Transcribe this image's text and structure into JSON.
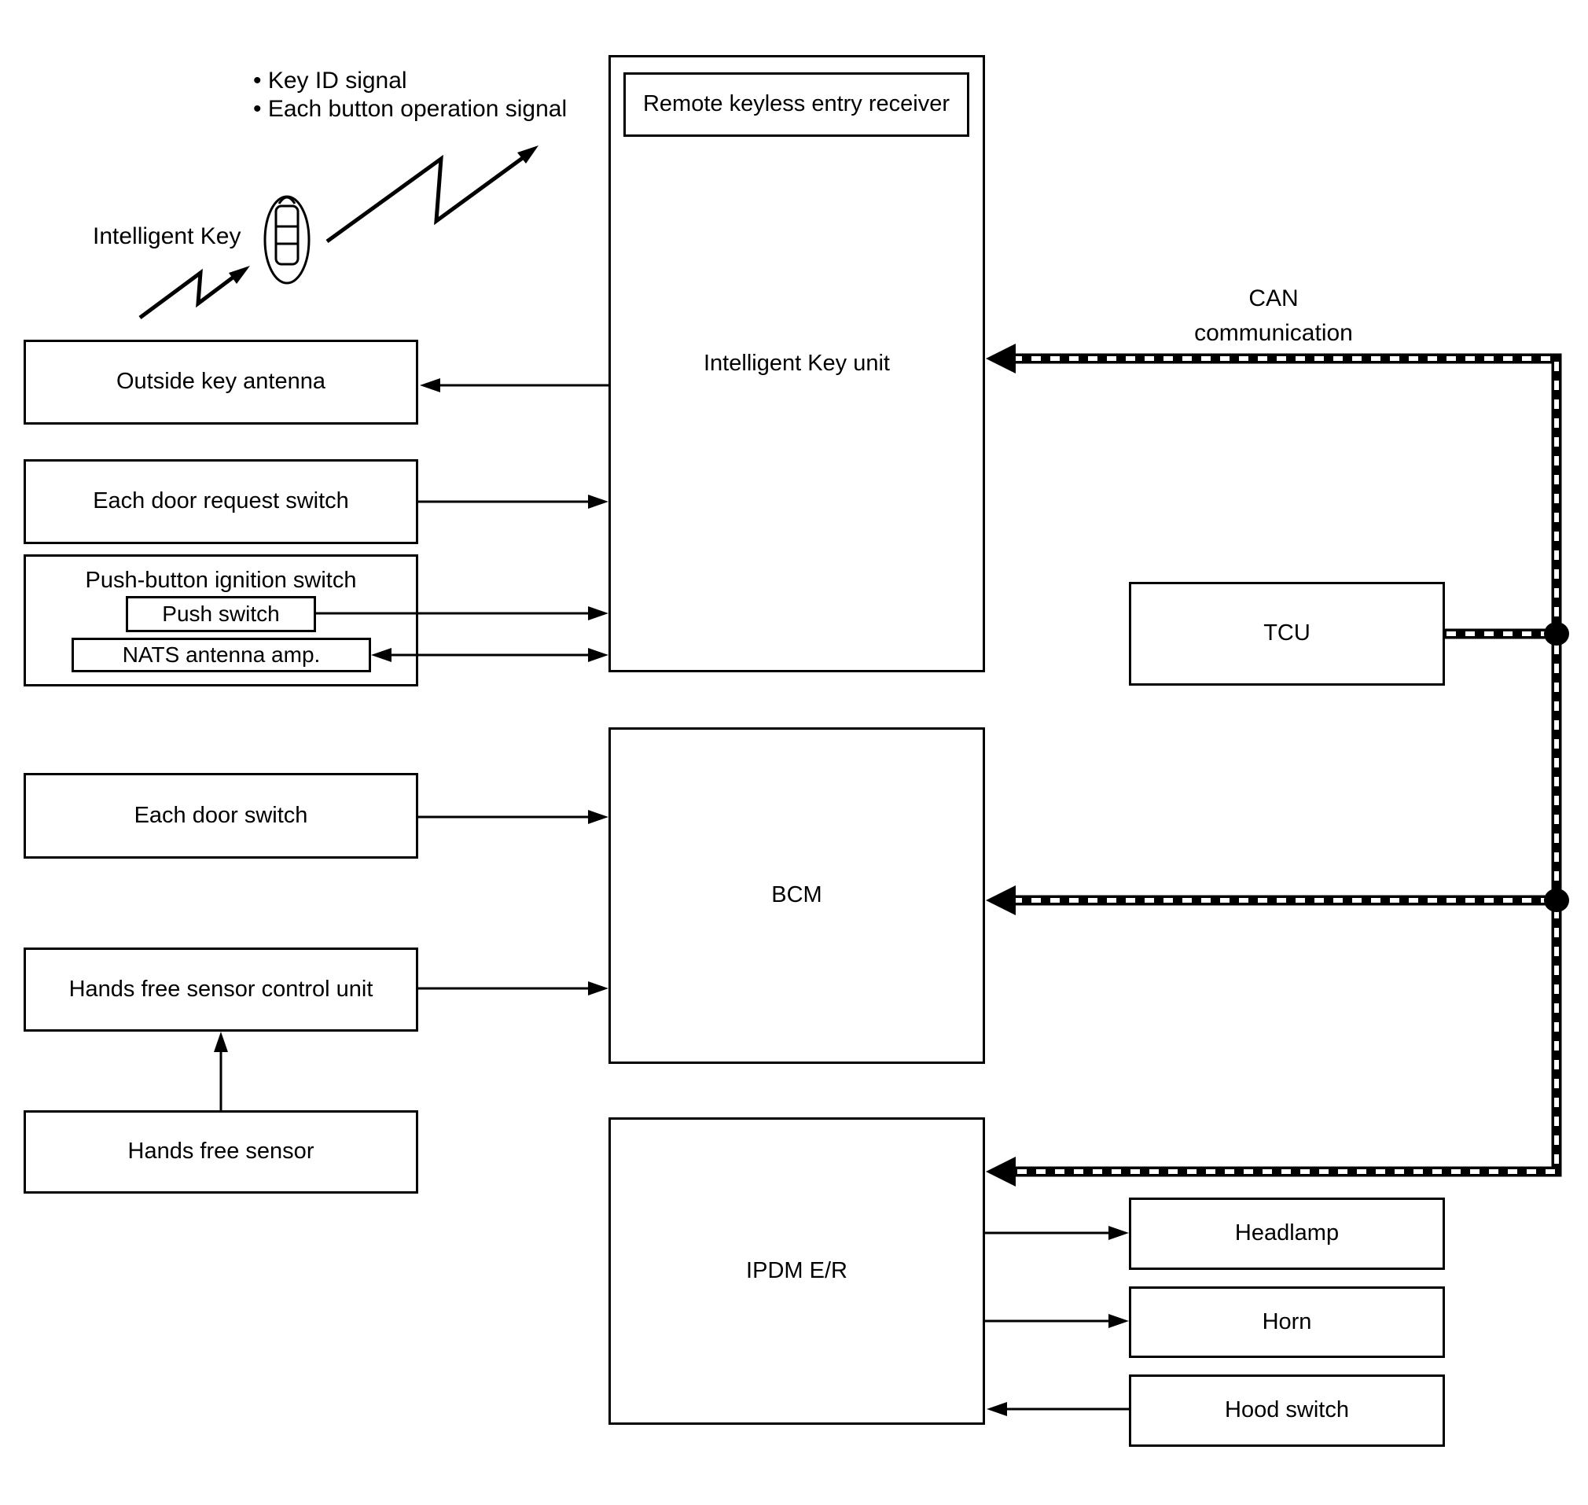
{
  "diagram": {
    "annotations": {
      "signals": [
        "• Key ID signal",
        "• Each button operation signal"
      ],
      "intelligent_key_label": "Intelligent Key",
      "can_line1": "CAN",
      "can_line2": "communication"
    },
    "nodes": {
      "outside_key_antenna": "Outside key antenna",
      "each_door_request_switch": "Each door request switch",
      "push_button_ignition_switch": "Push-button ignition switch",
      "push_switch": "Push switch",
      "nats_antenna_amp": "NATS antenna amp.",
      "each_door_switch": "Each door switch",
      "hands_free_sensor_control_unit": "Hands free sensor control unit",
      "hands_free_sensor": "Hands free sensor",
      "remote_keyless_entry_receiver": "Remote keyless entry receiver",
      "intelligent_key_unit": "Intelligent Key unit",
      "bcm": "BCM",
      "ipdm_er": "IPDM E/R",
      "tcu": "TCU",
      "headlamp": "Headlamp",
      "horn": "Horn",
      "hood_switch": "Hood switch"
    },
    "colors": {
      "line": "#000000",
      "background": "#ffffff"
    }
  }
}
